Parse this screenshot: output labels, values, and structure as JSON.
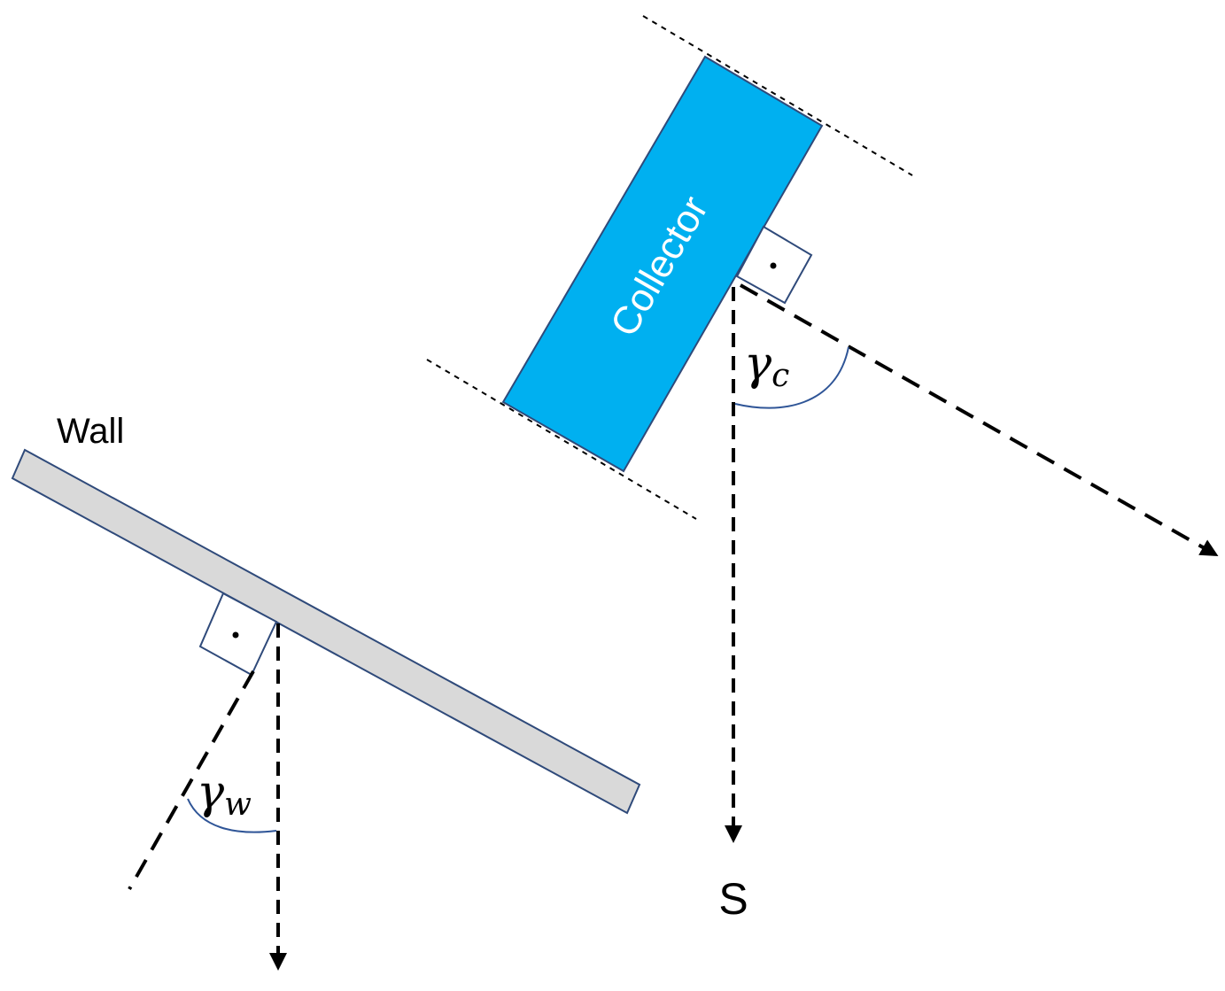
{
  "diagram": {
    "wall_label": "Wall",
    "collector_label": "Collector",
    "south_label": "S",
    "gamma_c": {
      "symbol": "γ",
      "subscript": "c"
    },
    "gamma_w": {
      "symbol": "γ",
      "subscript": "w"
    },
    "colors": {
      "collector_fill": "#00b0f0",
      "wall_fill": "#d9d9d9",
      "outline": "#2f4a7a",
      "line": "#000000",
      "arc": "#2f5597"
    }
  }
}
